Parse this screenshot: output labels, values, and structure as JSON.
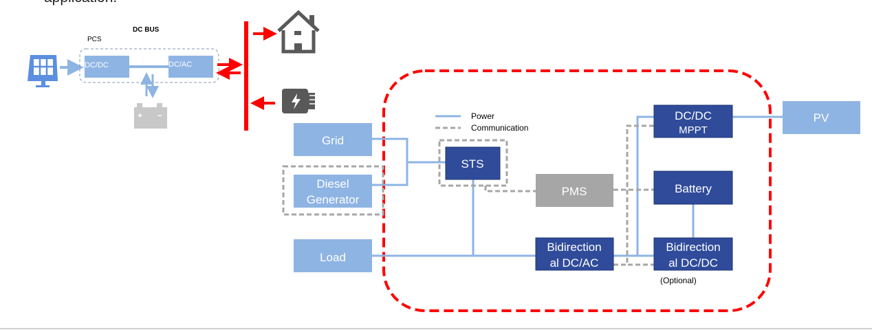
{
  "header": {
    "text": "application."
  },
  "left_diagram": {
    "dc_bus_label": "DC BUS",
    "pcs_label": "PCS",
    "dcdc_label": "DC/DC",
    "dcac_label": "DC/AC",
    "battery_plus": "+",
    "battery_minus": "−",
    "icons": [
      "solar-panel-icon",
      "battery-icon",
      "house-icon",
      "generator-icon"
    ]
  },
  "legend": {
    "power": "Power",
    "communication": "Communication"
  },
  "blocks": {
    "grid": "Grid",
    "diesel_line1": "Diesel",
    "diesel_line2": "Generator",
    "load": "Load",
    "sts": "STS",
    "pms": "PMS",
    "mppt_line1": "DC/DC",
    "mppt_line2": "MPPT",
    "battery": "Battery",
    "bidir_acdc_line1": "Bidirection",
    "bidir_acdc_line2": "al DC/AC",
    "bidir_dcdc_line1": "Bidirection",
    "bidir_dcdc_line2": "al DC/DC",
    "optional": "(Optional)",
    "pv": "PV"
  },
  "colors": {
    "light_blue": "#8eb4e3",
    "dark_blue": "#2f4b9a",
    "grey": "#a6a6a6",
    "red": "#ff0000",
    "icon_grey": "#595959"
  }
}
